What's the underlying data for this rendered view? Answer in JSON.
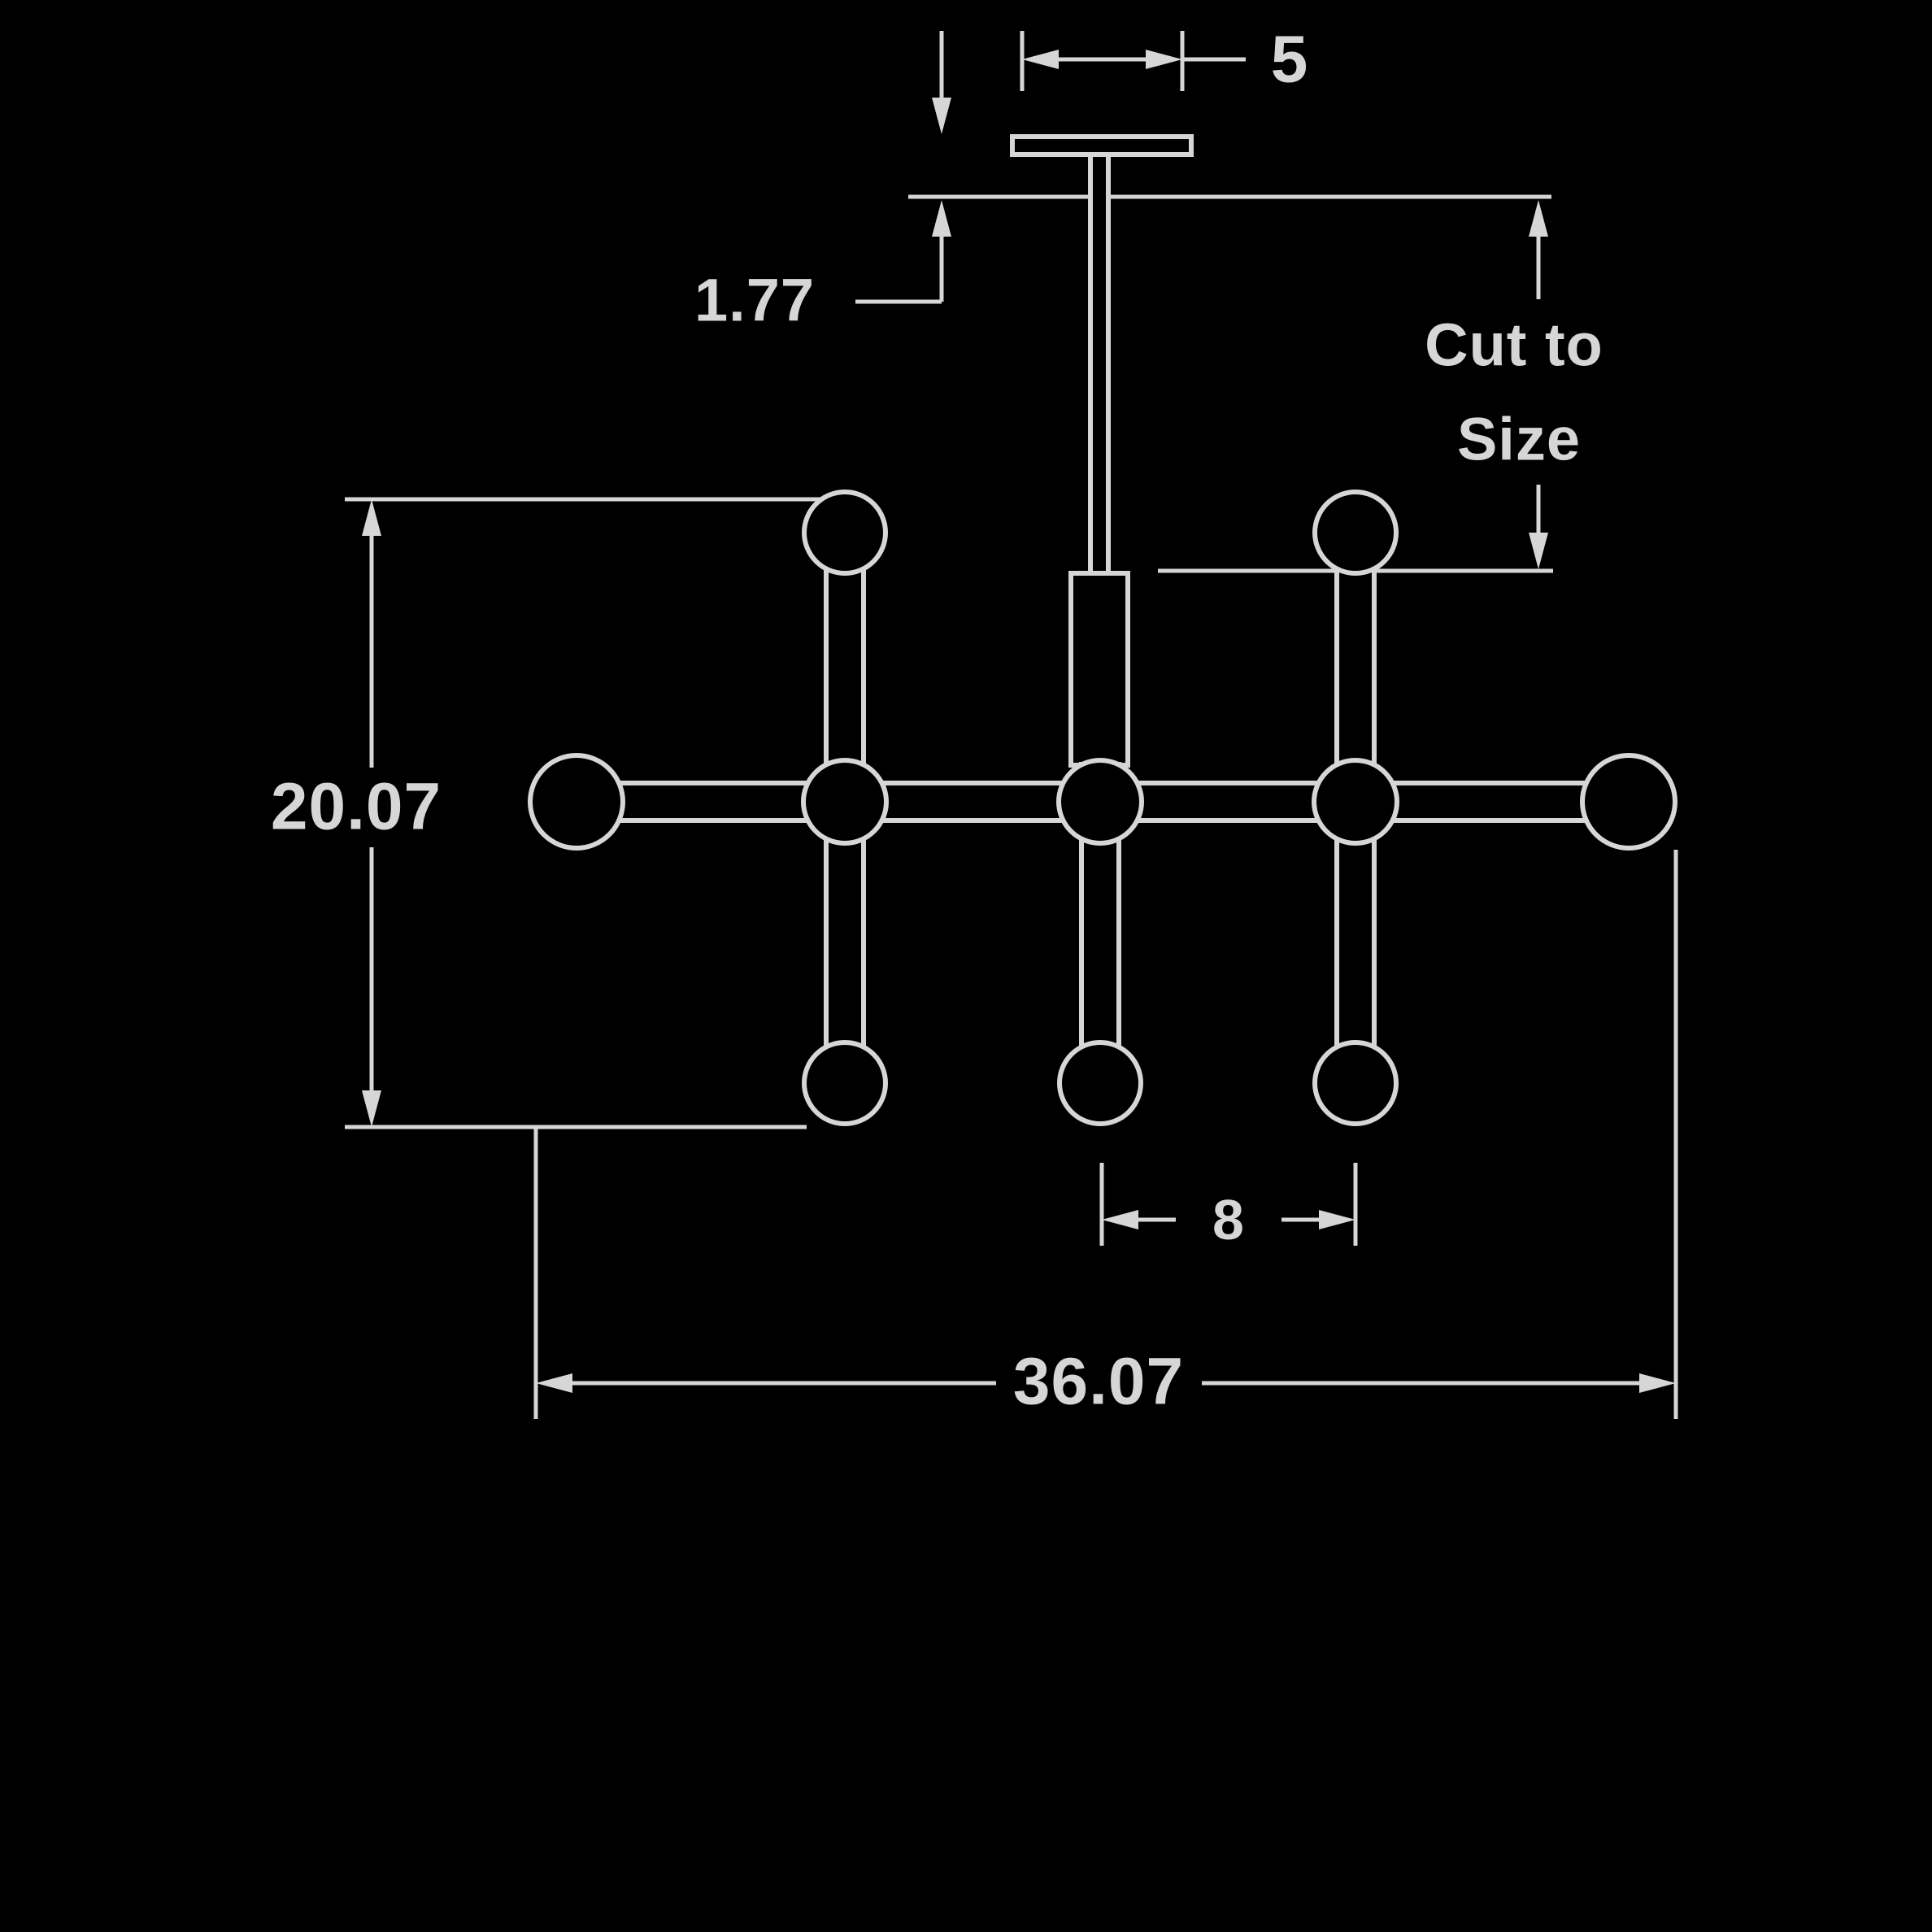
{
  "colors": {
    "background": "#000000",
    "line": "#d6d6d6"
  },
  "labels": {
    "canopy_width": "5",
    "canopy_height": "1.77",
    "cut_line1": "Cut to",
    "cut_line2": "Size",
    "frame_height": "20.07",
    "socket_spacing": "8",
    "overall_width": "36.07"
  }
}
